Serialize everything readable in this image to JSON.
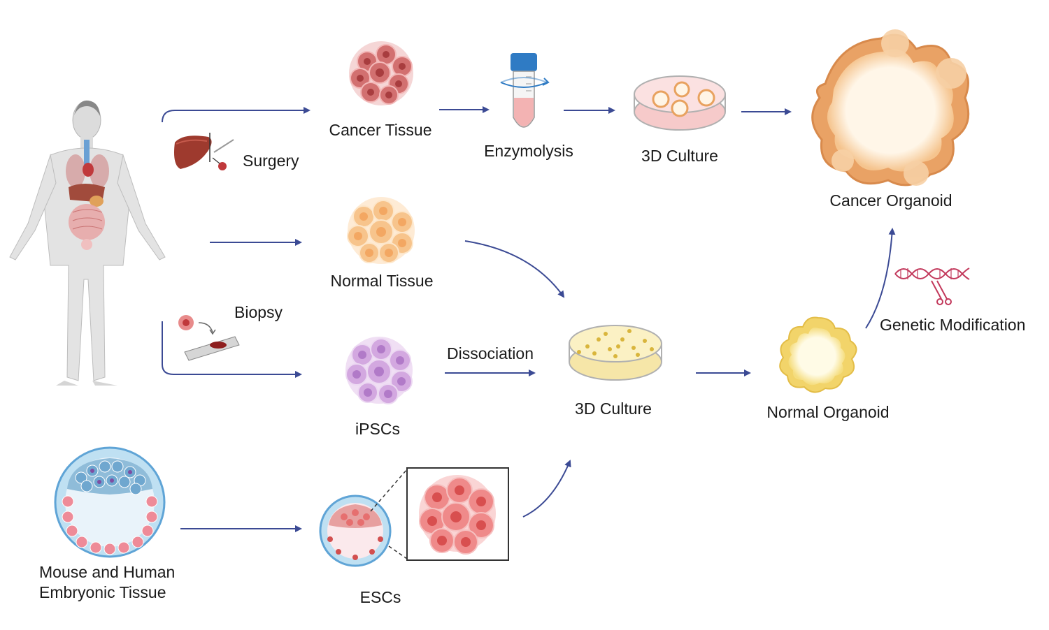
{
  "labels": {
    "surgery": "Surgery",
    "cancer_tissue": "Cancer Tissue",
    "enzymolysis": "Enzymolysis",
    "culture_top": "3D Culture",
    "cancer_organoid": "Cancer Organoid",
    "normal_tissue": "Normal Tissue",
    "biopsy": "Biopsy",
    "ipscs": "iPSCs",
    "dissociation": "Dissociation",
    "culture_mid": "3D Culture",
    "normal_organoid": "Normal Organoid",
    "genetic_modification": "Genetic Modification",
    "embryonic_line1": "Mouse and Human",
    "embryonic_line2": "Embryonic Tissue",
    "escs": "ESCs"
  },
  "colors": {
    "arrow": "#3b4a94",
    "cancer_cell": "#c9595c",
    "normal_cell": "#f6c27f",
    "ipsc_cell": "#c79ad6",
    "esc_cell": "#ea7b7b",
    "organoid_outer": "#e8a25f",
    "normal_organoid_outer": "#f2d46a",
    "dna": "#c2385b"
  },
  "icons": [
    "human-body-icon",
    "liver-icon",
    "biopsy-slide-icon",
    "centrifuge-tube-icon",
    "petri-dish-icon",
    "dna-scissors-icon",
    "blastocyst-icon"
  ]
}
